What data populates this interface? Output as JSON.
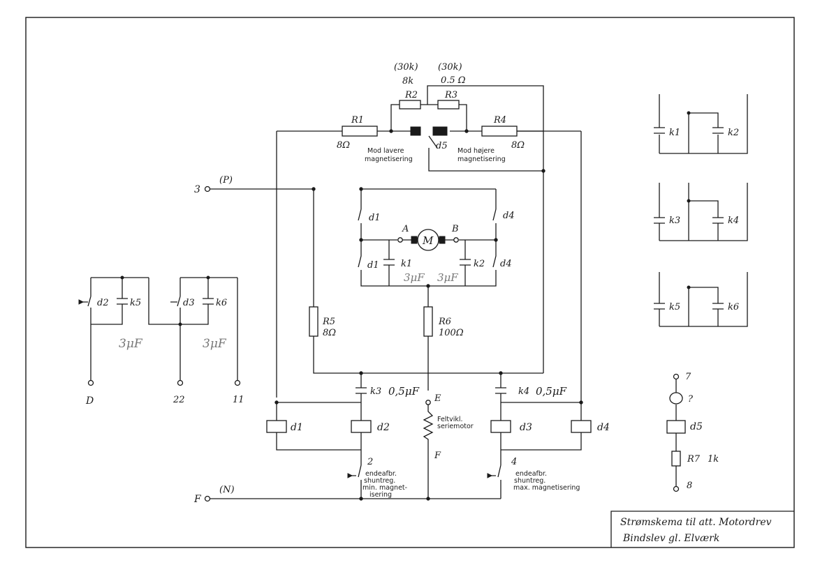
{
  "labels": {
    "r1": "R1",
    "r1_val": "8Ω",
    "r2": "R2",
    "r2_val": "8k",
    "r2_alt": "(30k)",
    "r3": "R3",
    "r3_val": "0.5 Ω",
    "r3_alt": "(30k)",
    "r4": "R4",
    "r4_val": "8Ω",
    "r5": "R5",
    "r5_val": "8Ω",
    "r6": "R6",
    "r6_val": "100Ω",
    "r7": "R7",
    "r7_val": "1k",
    "d5": "d5",
    "mod_lavere_1": "Mod lavere",
    "mod_lavere_2": "magnetisering",
    "mod_hojere_1": "Mod højere",
    "mod_hojere_2": "magnetisering",
    "term3": "3",
    "term3_p": "(P)",
    "termF": "F",
    "termF_n": "(N)",
    "motor": "M",
    "motorA": "A",
    "motorB": "B",
    "d1": "d1",
    "d2": "d2",
    "d3": "d3",
    "d4": "d4",
    "k1": "k1",
    "k2": "k2",
    "k3": "k3",
    "k4": "k4",
    "k5": "k5",
    "k6": "k6",
    "cap_3uf": "3μF",
    "cap_05uf": "0,5μF",
    "E": "E",
    "F": "F",
    "field1": "Feltvikl.",
    "field2": "seriemotor",
    "sw2_num": "2",
    "sw2_l1": "endeafbr.",
    "sw2_l2": "shuntreg.",
    "sw2_l3": "min. magnet-",
    "sw2_l4": "isering",
    "sw4_num": "4",
    "sw4_l1": "endeafbr.",
    "sw4_l2": "shuntreg.",
    "sw4_l3": "max. magnetisering",
    "termD": "D",
    "term22": "22",
    "term11": "11",
    "term7": "7",
    "term8": "8",
    "question": "?",
    "title1": "Strømskema til att. Motordrev",
    "title2": "Bindslev gl. Elværk"
  }
}
